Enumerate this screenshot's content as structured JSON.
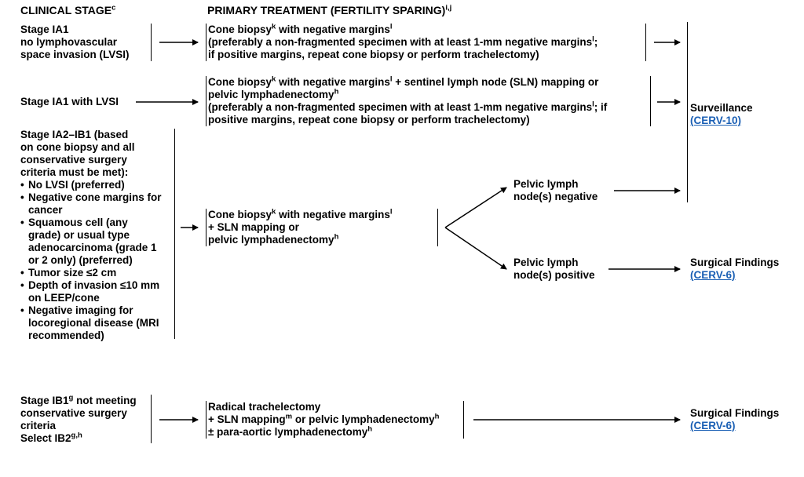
{
  "headers": {
    "clinical_stage": "CLINICAL STAGE",
    "clinical_stage_sup": "c",
    "primary_treatment": "PRIMARY TREATMENT (FERTILITY SPARING)",
    "primary_treatment_sup": "i,j"
  },
  "row1": {
    "stage": [
      "Stage IA1",
      "no lymphovascular",
      "space invasion (LVSI)"
    ],
    "treatment_l1": "Cone biopsy",
    "treatment_l1_sup1": "k",
    "treatment_l1_mid": " with negative margins",
    "treatment_l1_sup2": "l",
    "treatment_l2": "(preferably a non-fragmented specimen with at least 1-mm negative margins",
    "treatment_l2_sup": "l",
    "treatment_l2_end": ";",
    "treatment_l3": "if positive margins, repeat cone biopsy or perform trachelectomy)"
  },
  "row2": {
    "stage": "Stage IA1 with LVSI",
    "treatment_l1a": "Cone biopsy",
    "treatment_l1_sup1": "k",
    "treatment_l1b": " with negative margins",
    "treatment_l1_sup2": "l",
    "treatment_l1c": " + sentinel lymph node (SLN) mapping or",
    "treatment_l2": "pelvic lymphadenectomy",
    "treatment_l2_sup": "h",
    "treatment_l3": "(preferably a non-fragmented specimen with at least 1-mm negative margins",
    "treatment_l3_sup": "l",
    "treatment_l3_end": "; if",
    "treatment_l4": "positive margins, repeat cone biopsy or perform trachelectomy)"
  },
  "surveillance": {
    "label": "Surveillance",
    "link": "(CERV-10)"
  },
  "row3": {
    "stage_intro": [
      "Stage IA2–IB1 (based",
      "on cone biopsy and all",
      "conservative surgery",
      "criteria must be met):"
    ],
    "bullets": [
      [
        "No LVSI (preferred)"
      ],
      [
        "Negative cone margins for",
        "cancer"
      ],
      [
        "Squamous cell (any",
        "grade) or usual type",
        "adenocarcinoma (grade 1",
        "or 2 only) (preferred)"
      ],
      [
        "Tumor size ≤2 cm"
      ],
      [
        "Depth of invasion ≤10 mm",
        "on LEEP/cone"
      ],
      [
        "Negative imaging for",
        "locoregional disease (MRI",
        "recommended)"
      ]
    ],
    "treatment_l1a": "Cone biopsy",
    "treatment_l1_sup1": "k",
    "treatment_l1b": " with negative margins",
    "treatment_l1_sup2": "l",
    "treatment_l2": "+ SLN mapping or",
    "treatment_l3": "pelvic lymphadenectomy",
    "treatment_l3_sup": "h",
    "negative": [
      "Pelvic lymph",
      "node(s) negative"
    ],
    "positive": [
      "Pelvic lymph",
      "node(s) positive"
    ],
    "surgical_label": "Surgical Findings",
    "surgical_link": "(CERV-6)"
  },
  "row4": {
    "stage_l1": "Stage IB1",
    "stage_l1_sup": "g",
    "stage_l1_end": " not meeting",
    "stage_l2": "conservative surgery",
    "stage_l3": "criteria",
    "stage_l4": "Select IB2",
    "stage_l4_sup": "g,h",
    "treatment_l1": "Radical trachelectomy",
    "treatment_l2": "+ SLN mapping",
    "treatment_l2_sup1": "m",
    "treatment_l2_mid": " or pelvic lymphadenectomy",
    "treatment_l2_sup2": "h",
    "treatment_l3": "± para-aortic lymphadenectomy",
    "treatment_l3_sup": "h",
    "surgical_label": "Surgical Findings",
    "surgical_link": "(CERV-6)"
  }
}
